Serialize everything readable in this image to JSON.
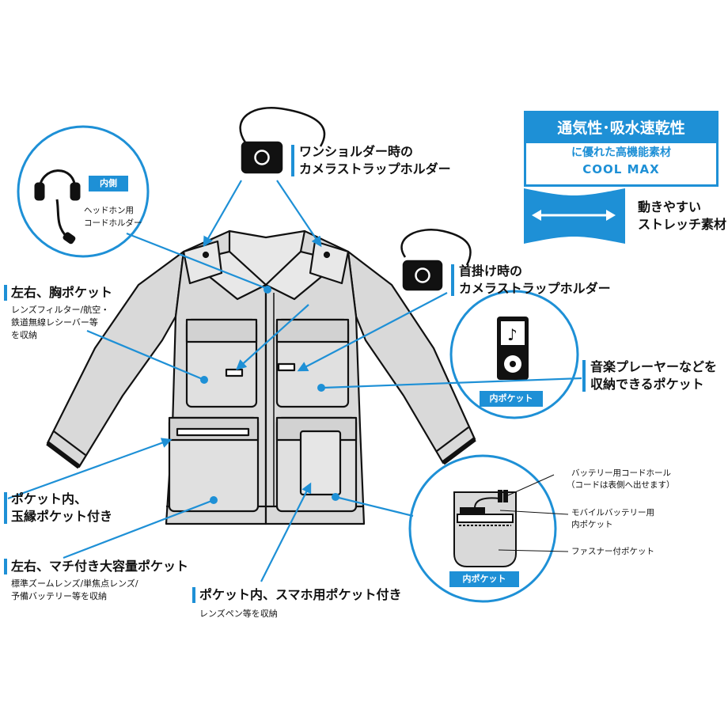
{
  "badge": {
    "line1": "通気性･吸水速乾性",
    "line2": "に優れた高機能素材",
    "line3": "COOL MAX"
  },
  "stretch": {
    "line1": "動きやすい",
    "line2": "ストレッチ素材"
  },
  "headphone": {
    "tag": "内側",
    "line1": "ヘッドホン用",
    "line2": "コードホルダー"
  },
  "one_shoulder": {
    "line1": "ワンショルダー時の",
    "line2": "カメラストラップホルダー"
  },
  "neck_strap": {
    "line1": "首掛け時の",
    "line2": "カメラストラップホルダー"
  },
  "chest_pocket": {
    "title": "左右、胸ポケット",
    "sub1": "レンズフィルター/航空・",
    "sub2": "鉄道無線レシーバー等",
    "sub3": "を収納"
  },
  "music": {
    "tag": "内ポケット",
    "line1": "音楽プレーヤーなどを",
    "line2": "収納できるポケット"
  },
  "welt_pocket": {
    "line1": "ポケット内、",
    "line2": "玉縁ポケット付き"
  },
  "gusset_pocket": {
    "title": "左右、マチ付き大容量ポケット",
    "sub1": "標準ズームレンズ/単焦点レンズ/",
    "sub2": "予備バッテリー等を収納"
  },
  "phone_pocket": {
    "title": "ポケット内、スマホ用ポケット付き",
    "sub1": "レンズペン等を収納"
  },
  "inner_pocket": {
    "tag": "内ポケット",
    "label1a": "バッテリー用コードホール",
    "label1b": "（コードは表側へ出せます）",
    "label2a": "モバイルバッテリー用",
    "label2b": "内ポケット",
    "label3": "ファスナー付ポケット"
  },
  "colors": {
    "accent": "#1e90d6",
    "jacket_fill": "#d9d9d9",
    "outline": "#111111"
  }
}
